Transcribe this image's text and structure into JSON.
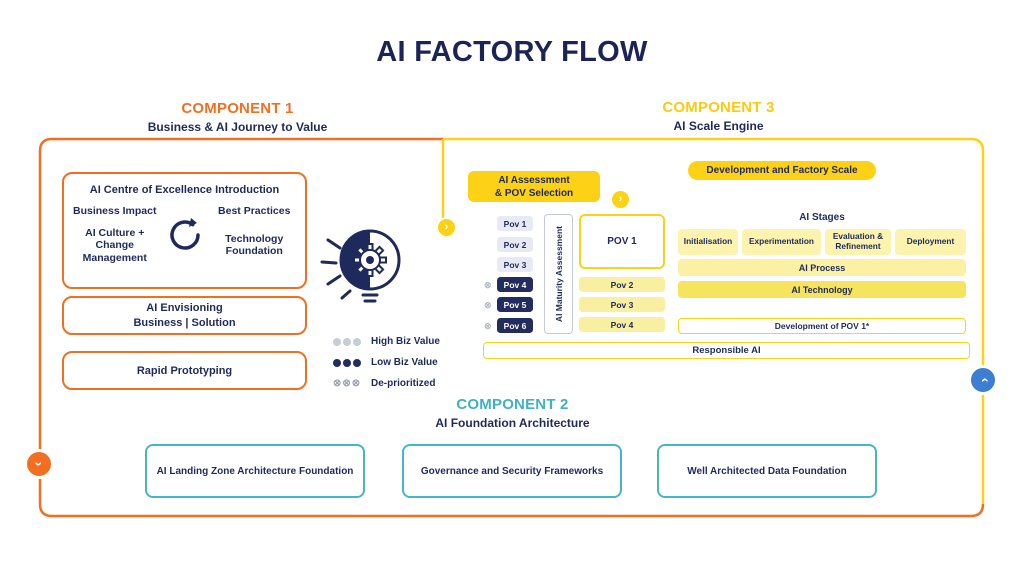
{
  "title": "AI FACTORY FLOW",
  "colors": {
    "navy": "#1f2a5c",
    "orange": "#f26f21",
    "yellow": "#fdd116",
    "light_yellow": "#fbf1a4",
    "cyan": "#47b5c9",
    "blue": "#3b7ed2"
  },
  "icons": {
    "chevron": "›",
    "crossed_circle": "⊗",
    "crossed_circle_row": "⊗⊗⊗"
  },
  "component1": {
    "label": "COMPONENT 1",
    "subtitle": "Business & AI Journey to Value",
    "coe": {
      "title": "AI Centre of Excellence Introduction",
      "items": [
        "Business Impact",
        "Best Practices",
        "AI Culture + Change Management",
        "Technology Foundation"
      ]
    },
    "envisioning_line1": "AI Envisioning",
    "envisioning_line2": "Business | Solution",
    "rapid_prototyping": "Rapid Prototyping",
    "legend": [
      {
        "label": "High Biz Value",
        "marker": "dots-light"
      },
      {
        "label": "Low Biz Value",
        "marker": "dots-dark"
      },
      {
        "label": "De-prioritized",
        "marker": "crossed-circles"
      }
    ]
  },
  "component2": {
    "label": "COMPONENT 2",
    "subtitle": "AI Foundation Architecture",
    "boxes": [
      "AI Landing Zone Architecture Foundation",
      "Governance and Security Frameworks",
      "Well Architected Data Foundation"
    ]
  },
  "component3": {
    "label": "COMPONENT 3",
    "subtitle": "AI Scale Engine",
    "assessment_badge": {
      "line1": "AI Assessment",
      "line2": "& POV Selection"
    },
    "factory_pill": "Development and Factory Scale",
    "pov_chips": [
      "Pov 1",
      "Pov 2",
      "Pov 3",
      "Pov 4",
      "Pov 5",
      "Pov 6"
    ],
    "maturity_label": "AI Maturity Assessment",
    "pov1_label": "POV 1",
    "pov_rows": [
      "Pov 2",
      "Pov 3",
      "Pov 4"
    ],
    "stages_title": "AI Stages",
    "stages": [
      "Initialisation",
      "Experimentation",
      "Evaluation & Refinement",
      "Deployment"
    ],
    "process_bar": "AI Process",
    "technology_bar": "AI Technology",
    "development_bar": "Development of POV 1*",
    "responsible_bar": "Responsible AI"
  }
}
